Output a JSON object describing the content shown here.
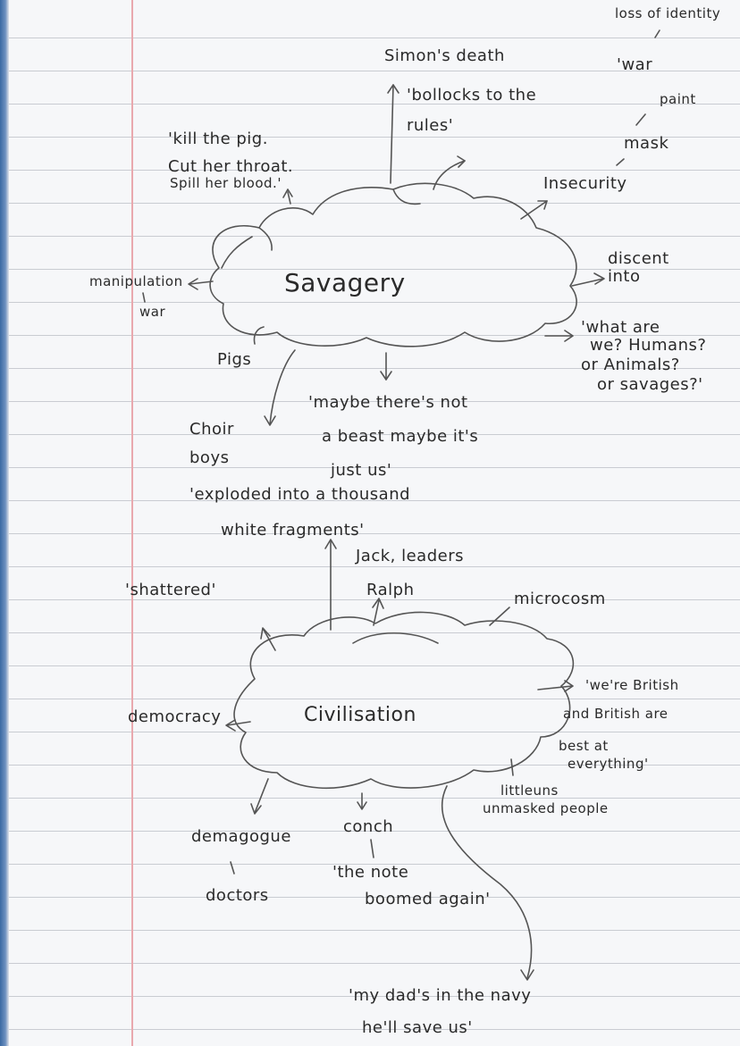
{
  "savagery": {
    "label": "Savagery",
    "simons_death": "Simon's death",
    "bollocks": "'bollocks to the rules'",
    "kill_pig_1": "'kill the pig.",
    "kill_pig_2": "Cut her throat.",
    "kill_pig_3": "Spill her blood.'",
    "manipulation": "manipulation",
    "war_left": "war",
    "insecurity": "Insecurity",
    "mask": "mask",
    "paint": "paint",
    "war_right": "'war",
    "loss_identity": "loss of identity",
    "discent": "discent into",
    "what_are_we_1": "'what are",
    "what_are_we_2": "we? Humans?",
    "what_are_we_3": "or Animals?",
    "what_are_we_4": "or savages?'",
    "pigs": "Pigs",
    "choir_boys_1": "Choir",
    "choir_boys_2": "boys",
    "maybe_beast_1": "'maybe there's not",
    "maybe_beast_2": "a beast maybe it's",
    "maybe_beast_3": "just us'",
    "exploded_1": "'exploded into a thousand",
    "exploded_2": "white fragments'"
  },
  "civilisation": {
    "label": "Civilisation",
    "shattered": "'shattered'",
    "leaders_1": "Jack, leaders",
    "leaders_2": "Ralph",
    "microcosm": "microcosm",
    "were_british_1": "'we're British",
    "were_british_2": "and British are",
    "were_british_3": "best at",
    "were_british_4": "everything'",
    "democracy": "democracy",
    "littleuns_1": "littleuns",
    "littleuns_2": "unmasked people",
    "demagogue": "demagogue",
    "doctors": "doctors",
    "conch": "conch",
    "note_1": "'the note",
    "note_2": "boomed again'",
    "daddy_1": "'my dad's in the navy",
    "daddy_2": "he'll save us'"
  }
}
